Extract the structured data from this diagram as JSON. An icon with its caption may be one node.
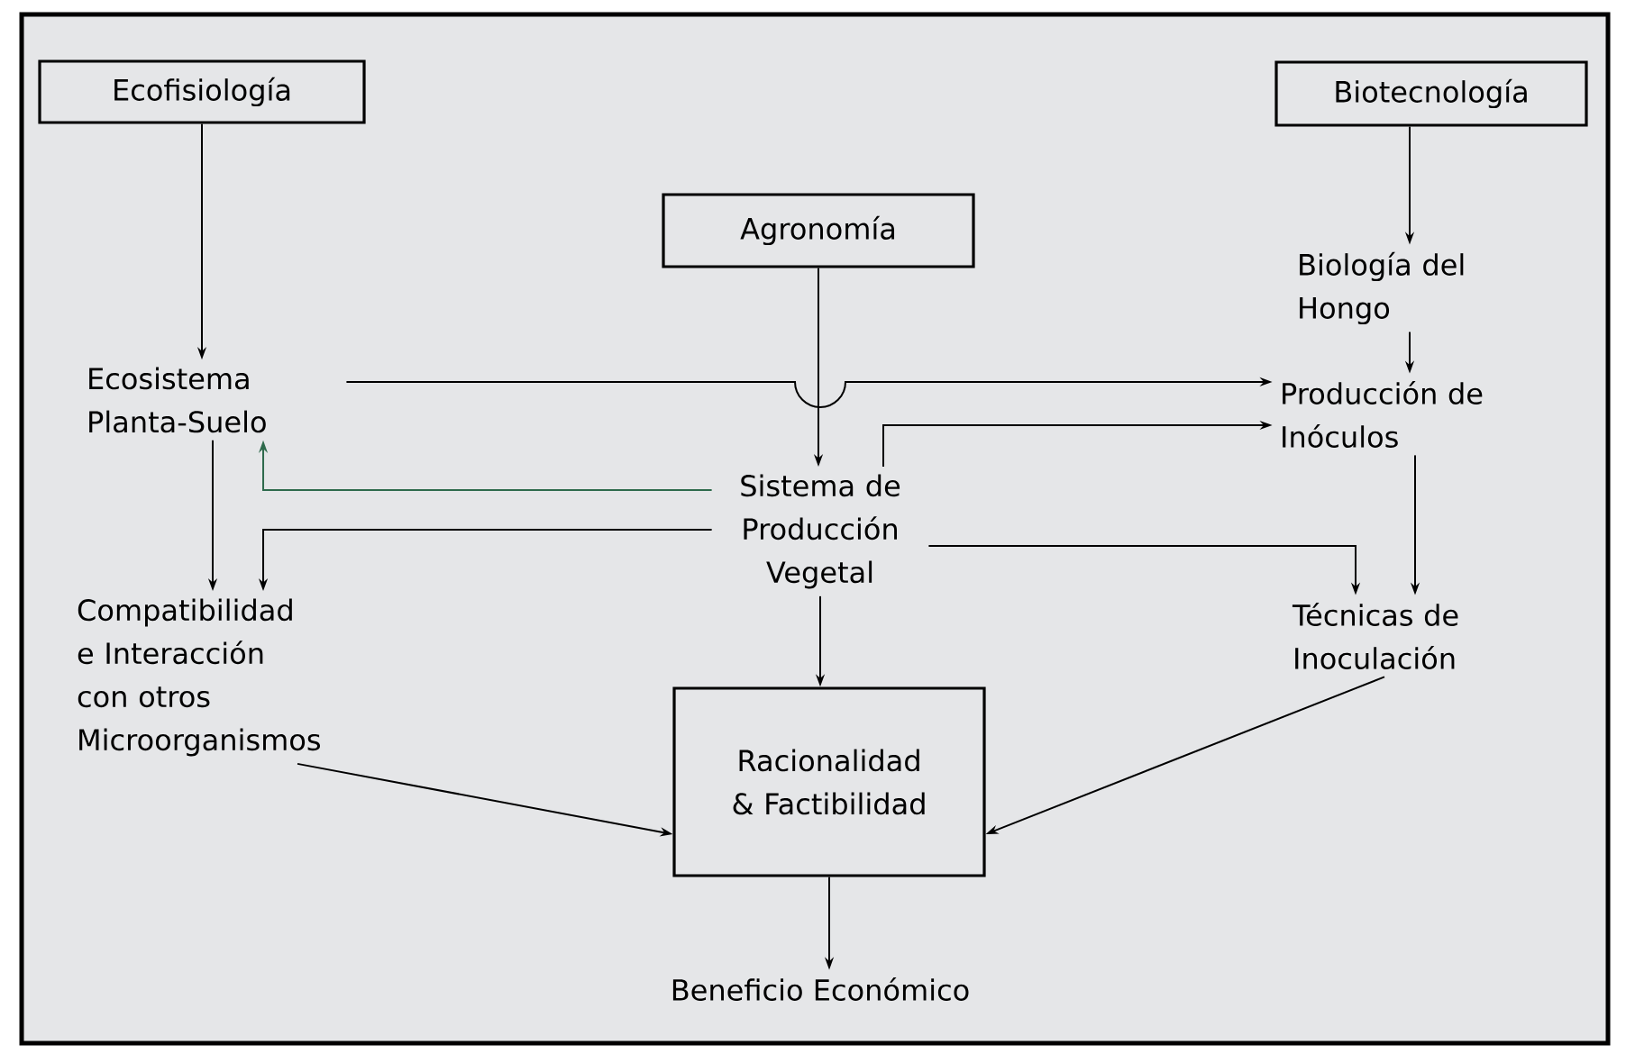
{
  "diagram": {
    "nodes": [
      {
        "text": [
          "Ecofisiología"
        ]
      },
      {
        "text": [
          "Biotecnología"
        ]
      },
      {
        "text": [
          "Agronomía"
        ]
      },
      {
        "text": [
          "Biología del Hongo"
        ]
      },
      {
        "text": [
          "Ecosistema Planta-Suelo"
        ]
      },
      {
        "text": [
          "Producción de Inóculos"
        ]
      },
      {
        "text": [
          "Sistema de Producción Vegetal"
        ]
      },
      {
        "text": [
          "Compatibilidad e Interacción con otros Microorganismos"
        ]
      },
      {
        "text": [
          "Técnicas de Inoculación"
        ]
      },
      {
        "text": [
          "Racionalidad & Factibilidad"
        ]
      },
      {
        "text": [
          "Beneficio Económico"
        ]
      }
    ],
    "edges": [
      {
        "from": 0,
        "to": 4,
        "arrow": "to"
      },
      {
        "from": 1,
        "to": 3,
        "arrow": "to"
      },
      {
        "from": 3,
        "to": 5,
        "arrow": "to"
      },
      {
        "from": 2,
        "to": 6,
        "arrow": "to"
      },
      {
        "from": 4,
        "to": 5,
        "arrow": "to"
      },
      {
        "from": 6,
        "to": 5,
        "arrow": "to"
      },
      {
        "from": 6,
        "to": 4,
        "arrow": "to",
        "color": "#2e6a4c"
      },
      {
        "from": 6,
        "to": 7,
        "arrow": "to"
      },
      {
        "from": 4,
        "to": 7,
        "arrow": "to"
      },
      {
        "from": 6,
        "to": 8,
        "arrow": "to"
      },
      {
        "from": 5,
        "to": 8,
        "arrow": "to"
      },
      {
        "from": 7,
        "to": 9,
        "arrow": "to"
      },
      {
        "from": 8,
        "to": 9,
        "arrow": "to"
      },
      {
        "from": 6,
        "to": 9,
        "arrow": "to"
      },
      {
        "from": 9,
        "to": 10,
        "arrow": "to"
      }
    ]
  }
}
